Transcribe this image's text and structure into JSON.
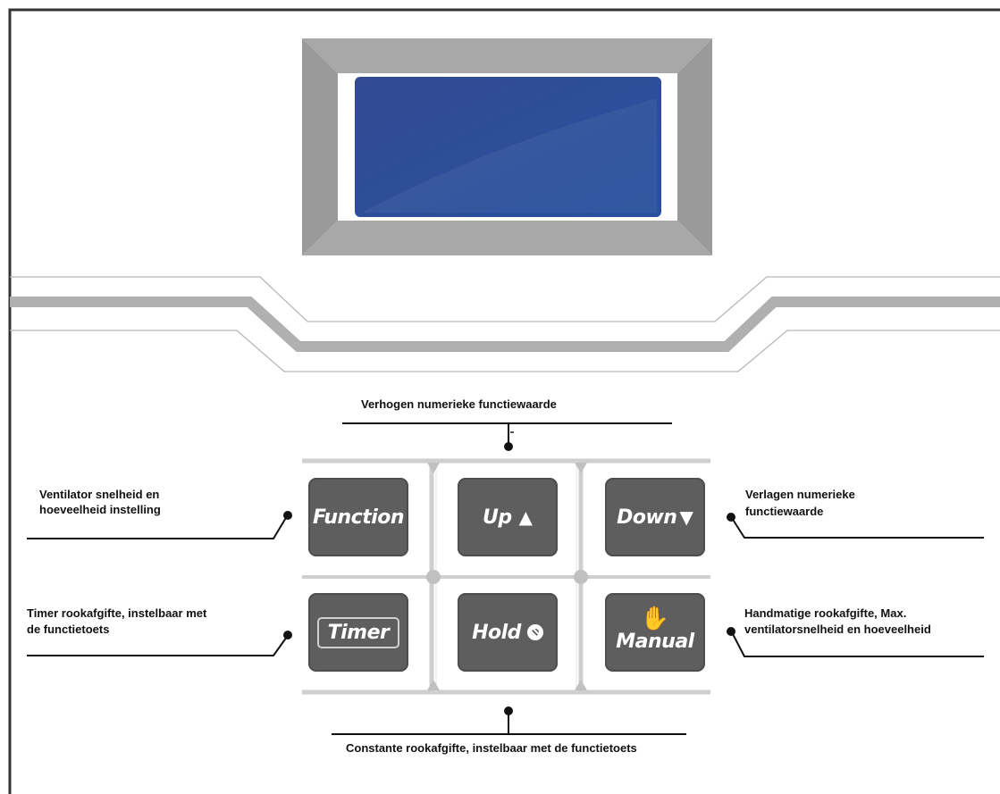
{
  "buttons": {
    "function": "Function",
    "up": "Up",
    "down": "Down",
    "timer": "Timer",
    "hold": "Hold",
    "manual": "Manual"
  },
  "labels": {
    "up": "Verhogen numerieke functiewaarde",
    "function_line1": "Ventilator snelheid en",
    "function_line2": "hoeveelheid instelling",
    "down_line1": "Verlagen numerieke",
    "down_line2": "functiewaarde",
    "timer_line1": "Timer rookafgifte, instelbaar met",
    "timer_line2": "de functietoets",
    "manual_line1": "Handmatige rookafgifte, Max.",
    "manual_line2": "ventilatorsnelheid en hoeveelheid",
    "hold": "Constante rookafgifte, instelbaar met de functietoets"
  },
  "colors": {
    "screen_blue": "#2e4f9c",
    "bezel_gray": "#a8a8a8",
    "button_gray": "#5e5e5e",
    "trace_gray": "#b3b3b3",
    "frame": "#333333"
  },
  "icons": {
    "up": "up-triangle-icon",
    "down": "down-triangle-icon",
    "hold": "hold-disc-icon",
    "manual": "hand-icon"
  }
}
